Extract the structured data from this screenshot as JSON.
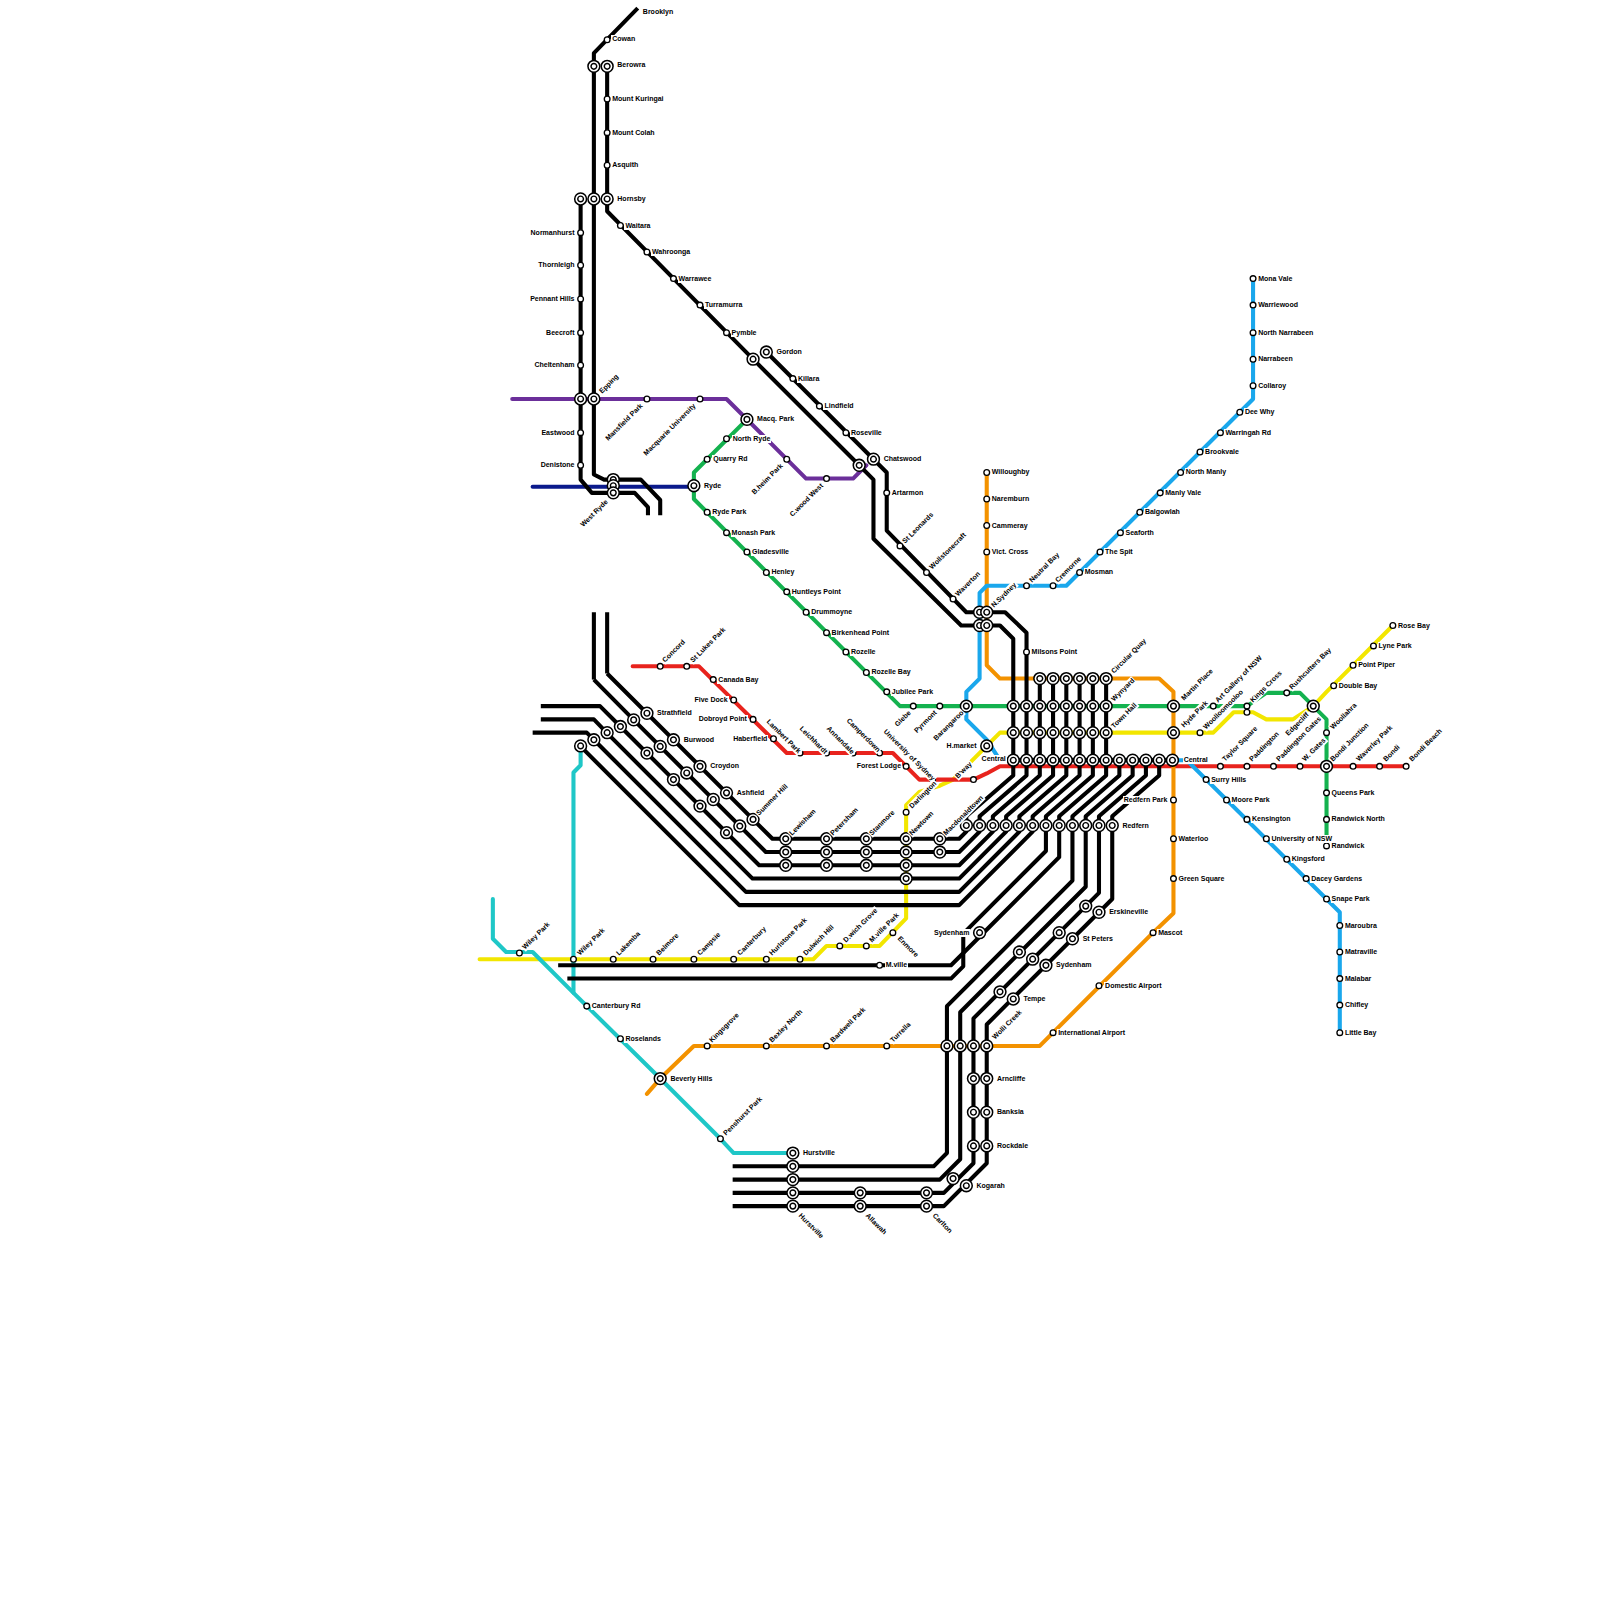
{
  "diagram": {
    "labels": [
      "Brooklyn",
      "Cowan",
      "Berowra",
      "Mount Kuringai",
      "Mount Colah",
      "Asquith",
      "Hornsby",
      "Normanhurst",
      "Thornleigh",
      "Pennant Hills",
      "Beecroft",
      "Cheltenham",
      "Epping",
      "Eastwood",
      "Denistone",
      "West Ryde",
      "Mansfield Park",
      "Macquarie University",
      "Macq. Park",
      "North Ryde",
      "Quarry Rd",
      "Ryde",
      "B.heim Park",
      "C.wood West",
      "Ryde Park",
      "Monash Park",
      "Gladesville",
      "Henley",
      "Huntleys Point",
      "Drummoyne",
      "Birkenhead Point",
      "Rozelle",
      "Rozelle Bay",
      "Jubilee Park",
      "Waitara",
      "Wahroonga",
      "Warrawee",
      "Turramurra",
      "Pymble",
      "Gordon",
      "Killara",
      "Lindfield",
      "Roseville",
      "Chatswood",
      "Artarmon",
      "St Leonards",
      "Wollstonecraft",
      "Waverton",
      "N.Sydney",
      "Milsons Point",
      "Willoughby",
      "Naremburn",
      "Cammeray",
      "Vict. Cross",
      "Neutral Bay",
      "Cremorne",
      "Mosman",
      "The Spit",
      "Seaforth",
      "Balgowlah",
      "Manly Vale",
      "North Manly",
      "Brookvale",
      "Warringah Rd",
      "Dee Why",
      "Collaroy",
      "Narrabeen",
      "North Narrabeen",
      "Warriewood",
      "Mona Vale",
      "Circular Quay",
      "Wynyard",
      "Town Hall",
      "Martin Place",
      "Hyde Park",
      "Art Gallery of NSW",
      "Woolloomooloo",
      "Kings Cross",
      "Rushcutters Bay",
      "Edgecliff",
      "Woollahra",
      "Rose Bay",
      "Lyne Park",
      "Point Piper",
      "Double Bay",
      "Glebe",
      "Pyrmont",
      "Barangaroo",
      "H.market",
      "Central",
      "Central",
      "Surry Hills",
      "Moore Park",
      "Kensington",
      "University of NSW",
      "Kingsford",
      "Dacey Gardens",
      "Snape Park",
      "Maroubra",
      "Matraville",
      "Malabar",
      "Chifley",
      "Little Bay",
      "Taylor Square",
      "Paddington",
      "Paddington Gates",
      "W. Gates",
      "Bondi Junction",
      "Waverley Park",
      "Bondi",
      "Bondi Beach",
      "Queens Park",
      "Randwick North",
      "Randwick",
      "Redfern Park",
      "Waterloo",
      "Green Square",
      "Mascot",
      "Domestic Airport",
      "International Airport",
      "Redfern",
      "Erskineville",
      "St Peters",
      "Sydenham",
      "Sydenham",
      "Tempe",
      "Wolli Creek",
      "Arncliffe",
      "Banksia",
      "Rockdale",
      "Kogarah",
      "Carlton",
      "Allawah",
      "Hurstville",
      "Hurstville",
      "Penshurst Park",
      "Beverly Hills",
      "Roselands",
      "Canterbury Rd",
      "Kingsgrove",
      "Bexley North",
      "Bardwell Park",
      "Turrella",
      "Wiley Park",
      "Wiley Park",
      "Lakemba",
      "Belmore",
      "Campsie",
      "Canterbury",
      "Hurlstone Park",
      "Dulwich Hill",
      "D.wich Grove",
      "M.ville Park",
      "Enmore",
      "M.ville",
      "Strathfield",
      "Burwood",
      "Croydon",
      "Ashfield",
      "Summer Hill",
      "Lewisham",
      "Petersham",
      "Stanmore",
      "Newtown",
      "Macdonaldtown",
      "Darlington",
      "B'way",
      "Forest Lodge",
      "University of Sydney",
      "Camperdown",
      "Annandale",
      "Leichhardt",
      "Lambert Park",
      "Haberfield",
      "Dobroyd Point",
      "Five Dock",
      "Canada Bay",
      "Concord",
      "St Lukes Park"
    ]
  }
}
